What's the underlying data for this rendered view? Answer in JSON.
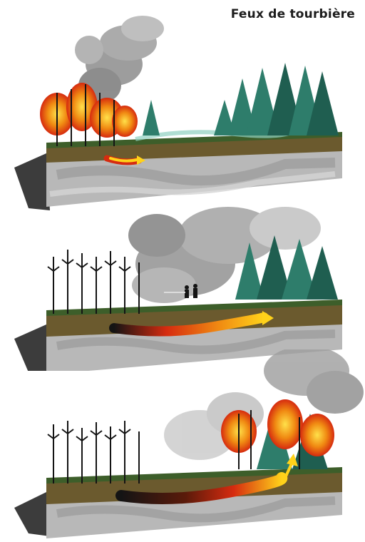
{
  "title": "Feux de tourbière",
  "colors": {
    "peat": "#6b5a2e",
    "soil": "#b8b8b8",
    "soil_dark": "#9a9a9a",
    "ground_line": "#2c4a1f",
    "conifer": "#2e7d6b",
    "conifer_dark": "#1f5e50",
    "burnt": "#141414",
    "flame_yellow": "#ffd21a",
    "flame_orange": "#f08a12",
    "flame_red": "#d62b0f",
    "smoke": "#8c8c8c"
  },
  "scenes": [
    {
      "name": "surface-fire-spreads-into-peat",
      "ember_arrow": true
    },
    {
      "name": "underground-smouldering-with-firefighters",
      "ember_arrow": true
    },
    {
      "name": "peat-fire-reignites-forest",
      "ember_arrow": true
    }
  ]
}
